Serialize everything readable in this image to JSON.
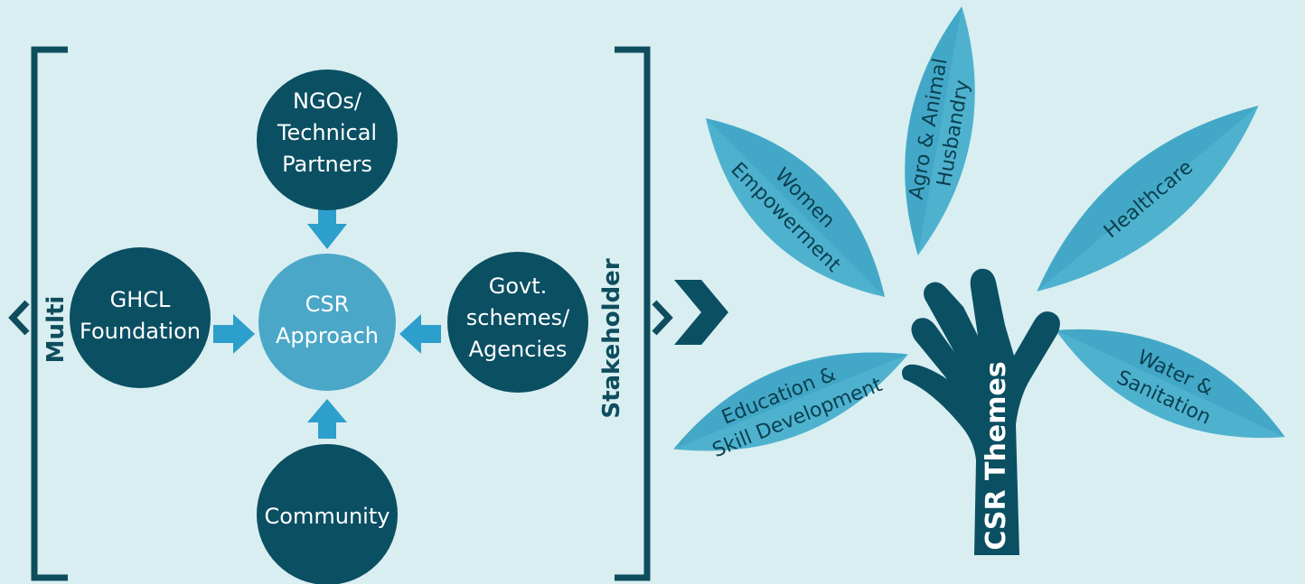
{
  "diagram": {
    "side_labels": {
      "left": "Multi",
      "right": "Stakeholder"
    },
    "nodes": {
      "top": [
        "NGOs/",
        "Technical",
        "Partners"
      ],
      "left": [
        "GHCL",
        "Foundation"
      ],
      "center": [
        "CSR",
        "Approach"
      ],
      "right": [
        "Govt.",
        "schemes/",
        "Agencies"
      ],
      "bottom": [
        "Community"
      ]
    },
    "themes_title": "CSR Themes",
    "themes": {
      "women": [
        "Women",
        "Empowerment"
      ],
      "agro": [
        "Agro & Animal",
        "Husbandry"
      ],
      "healthcare": [
        "Healthcare"
      ],
      "education": [
        "Education &",
        "Skill Development"
      ],
      "water": [
        "Water &",
        "Sanitation"
      ]
    }
  },
  "colors": {
    "background": "#d9eef0",
    "dark_teal": "#0b4f63",
    "center_blue": "#4aa7c8",
    "arrow_blue": "#2d9fcc",
    "leaf_light": "#4eb2cf",
    "leaf_dark": "#379bbc",
    "bracket": "#0e4d5e"
  }
}
